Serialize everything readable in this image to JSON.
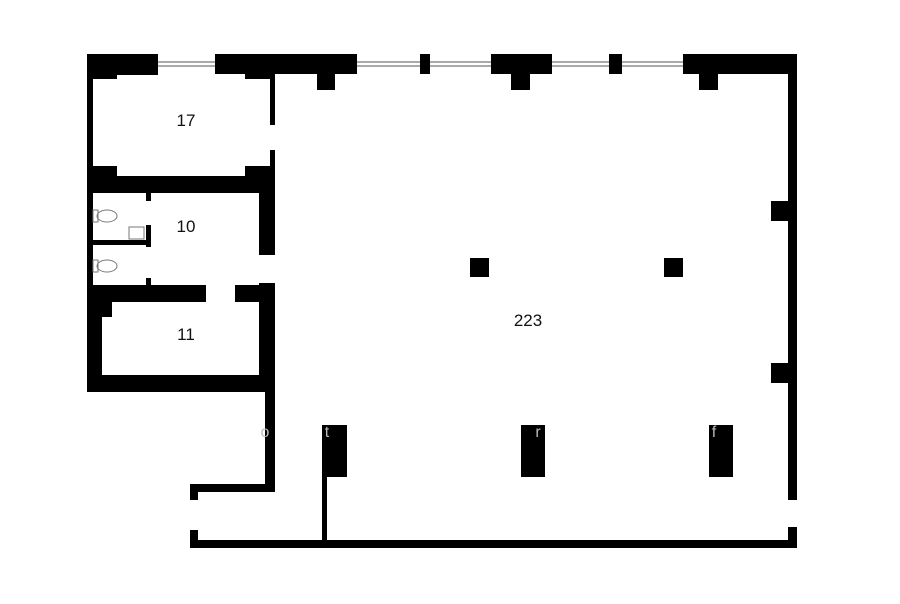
{
  "plan": {
    "rooms": [
      {
        "id": "room-17",
        "label": "17"
      },
      {
        "id": "room-10",
        "label": "10"
      },
      {
        "id": "room-11",
        "label": "11"
      },
      {
        "id": "room-223",
        "label": "223"
      }
    ],
    "watermark": [
      "o",
      "t",
      "r",
      "f"
    ],
    "colors": {
      "wall": "#000000",
      "background": "#ffffff",
      "window": "#555555"
    }
  }
}
